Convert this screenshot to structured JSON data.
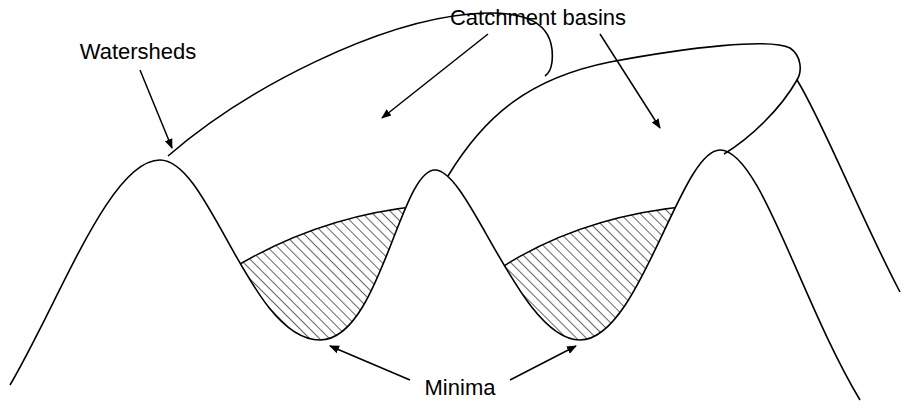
{
  "diagram": {
    "labels": [
      "Catchment basins",
      "Watersheds",
      "Minima"
    ]
  }
}
